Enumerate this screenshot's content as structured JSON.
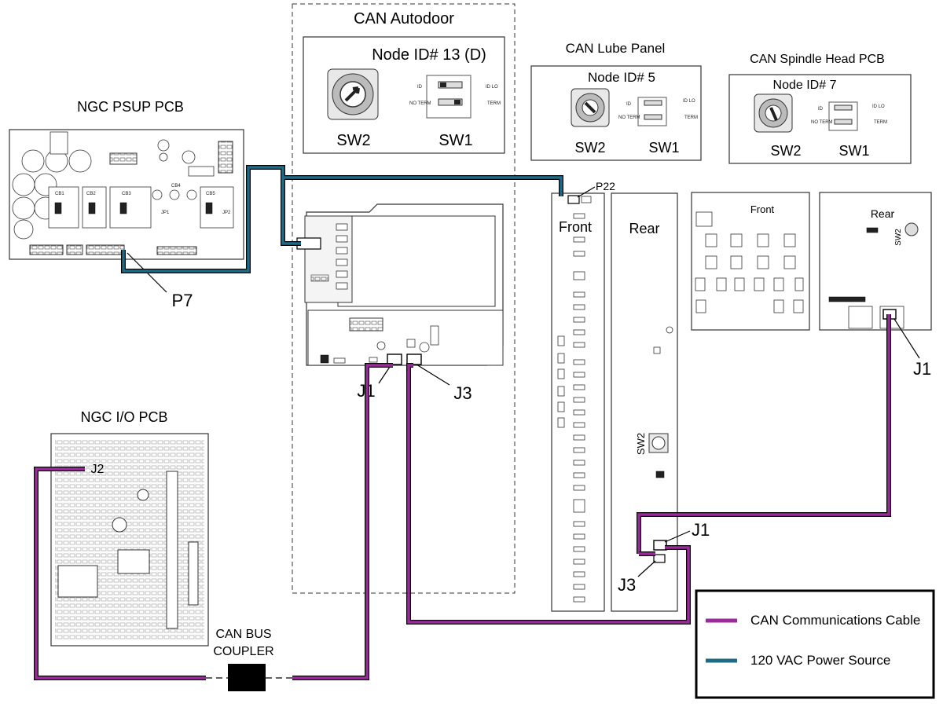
{
  "colors": {
    "can_cable": "#9b2a9b",
    "power_cable": "#1f6b86",
    "board_line": "#333333",
    "coupler": "#000000"
  },
  "boards": {
    "psup": {
      "title": "NGC PSUP PCB",
      "connector": "P7",
      "cb_labels": [
        "CB1",
        "CB2",
        "CB3",
        "CB4",
        "CB5"
      ],
      "jp_labels": [
        "JP1",
        "JP2"
      ]
    },
    "io": {
      "title": "NGC I/O PCB",
      "connector": "J2"
    },
    "autodoor": {
      "title": "CAN Autodoor",
      "node_id": "Node ID# 13 (D)",
      "sw2": "SW2",
      "sw1": "SW1",
      "j1": "J1",
      "j3": "J3"
    },
    "lube": {
      "title": "CAN Lube Panel",
      "node_id": "Node ID# 5",
      "sw2": "SW2",
      "sw1": "SW1"
    },
    "spindle": {
      "title": "CAN Spindle Head PCB",
      "node_id": "Node ID# 7",
      "sw2": "SW2",
      "sw1": "SW1"
    },
    "lube_front": {
      "title": "Front",
      "connector": "P22"
    },
    "lube_rear": {
      "title": "Rear",
      "sw": "SW2",
      "j1": "J1",
      "j3": "J3"
    },
    "spindle_front": {
      "title": "Front"
    },
    "spindle_rear": {
      "title": "Rear",
      "sw": "SW2",
      "j1": "J1"
    }
  },
  "dip": {
    "id": "ID",
    "no_term": "NO TERM",
    "id_lo": "ID LO",
    "term": "TERM"
  },
  "coupler": {
    "line1": "CAN BUS",
    "line2": "COUPLER"
  },
  "legend": [
    {
      "label": "CAN Communications Cable",
      "color": "#9b2a9b"
    },
    {
      "label": "120 VAC Power Source",
      "color": "#1f6b86"
    }
  ]
}
